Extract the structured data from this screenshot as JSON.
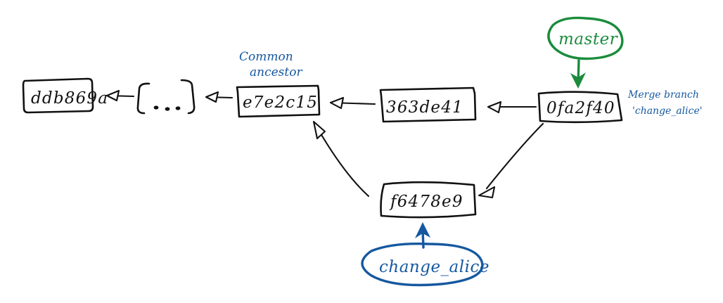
{
  "diagram": {
    "title": "git merge commit history",
    "background_color": "#ffffff",
    "ink_color": "#111111",
    "accent_green": "#1a8c3c",
    "accent_blue": "#1558a0",
    "commits": [
      {
        "id": "commit-ddb869a",
        "hash": "ddb869a"
      },
      {
        "id": "commit-ellipsis",
        "hash": "[...]"
      },
      {
        "id": "commit-e7e2c15",
        "hash": "e7e2c15"
      },
      {
        "id": "commit-363de41",
        "hash": "363de41"
      },
      {
        "id": "commit-0fa2f40",
        "hash": "0fa2f40"
      },
      {
        "id": "commit-f6478e9",
        "hash": "f6478e9"
      }
    ],
    "branches": [
      {
        "id": "branch-master",
        "name": "master",
        "color": "#1a8c3c"
      },
      {
        "id": "branch-change-alice",
        "name": "change_alice",
        "color": "#1558a0"
      }
    ],
    "annotations": [
      {
        "id": "annotation-common-ancestor",
        "line1": "Common",
        "line2": "ancestor",
        "color": "#1558a0"
      },
      {
        "id": "annotation-merge-message",
        "line1": "Merge branch",
        "line2": "'change_alice'",
        "color": "#1558a0"
      }
    ]
  }
}
